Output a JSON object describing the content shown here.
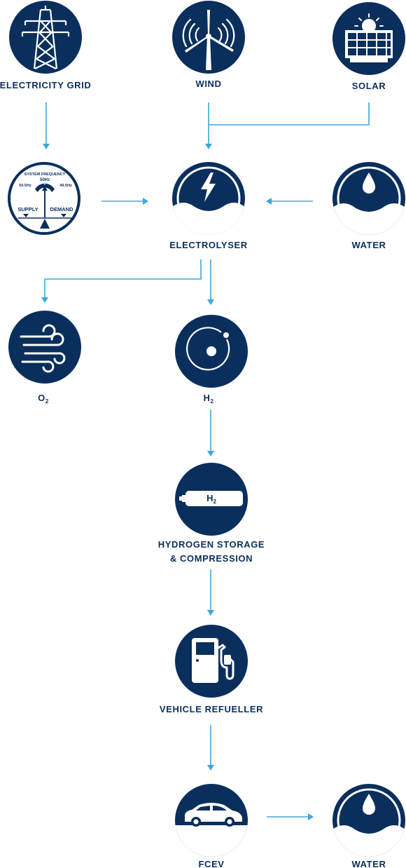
{
  "nodes": {
    "electricity_grid": "ELECTRICITY GRID",
    "wind": "WIND",
    "solar": "SOLAR",
    "electrolyser": "ELECTROLYSER",
    "water_in": "WATER",
    "oxygen": "O",
    "oxygen_sub": "2",
    "hydrogen": "H",
    "hydrogen_sub": "2",
    "storage_line1": "HYDROGEN STORAGE",
    "storage_line2": "& COMPRESSION",
    "refueller": "VEHICLE REFUELLER",
    "fcev": "FCEV",
    "water_out": "WATER"
  },
  "frequency_dial": {
    "title": "SYSTEM FREQUENCY",
    "center": "50Hz",
    "left": "50.5Hz",
    "right": "49.5Hz",
    "supply": "SUPPLY",
    "demand": "DEMAND"
  },
  "tank_label": "H",
  "tank_label_sub": "2",
  "colors": {
    "navy": "#0a2f5c",
    "arrow": "#3aa7dc",
    "background": "#ffffff"
  },
  "icons": {
    "electricity_grid": "pylon-icon",
    "wind": "wind-turbine-icon",
    "solar": "solar-panel-icon",
    "frequency": "frequency-gauge-icon",
    "electrolyser": "lightning-water-icon",
    "water": "water-drop-icon",
    "oxygen": "air-gust-icon",
    "hydrogen": "hydrogen-atom-icon",
    "storage": "gas-cylinder-icon",
    "refueller": "fuel-pump-icon",
    "fcev": "car-icon"
  }
}
